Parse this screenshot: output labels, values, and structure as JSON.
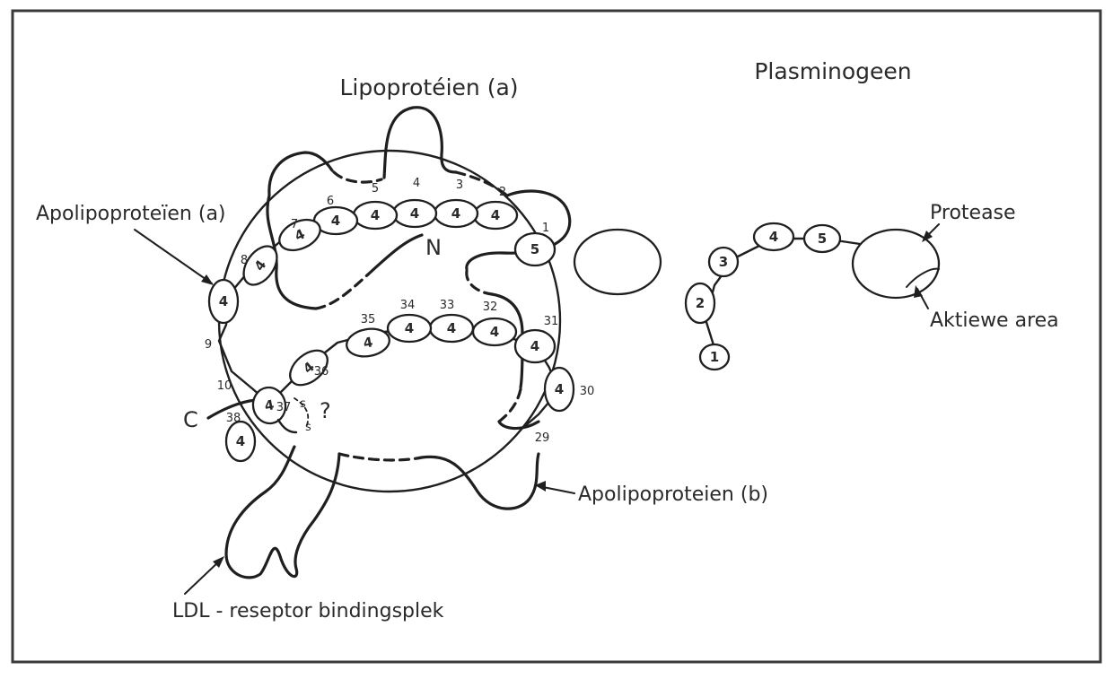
{
  "titles": {
    "left": "Lipoprotéien (a)",
    "right": "Plasminogeen"
  },
  "labels": {
    "apo_a": "Apolipoproteïen (a)",
    "apo_b": "Apolipoproteien (b)",
    "ldl": "LDL - reseptor bindingsplek",
    "protease": "Protease",
    "active_area": "Aktiewe area",
    "n_terminus": "N",
    "c_terminus": "C",
    "question": "?"
  },
  "lpa_kringles": [
    {
      "num": "1",
      "type": "5"
    },
    {
      "num": "2",
      "type": "4"
    },
    {
      "num": "3",
      "type": "4"
    },
    {
      "num": "4",
      "type": "4"
    },
    {
      "num": "5",
      "type": "4"
    },
    {
      "num": "6",
      "type": "4"
    },
    {
      "num": "7",
      "type": "4"
    },
    {
      "num": "8",
      "type": "4"
    },
    {
      "num": "9",
      "type": "4"
    },
    {
      "num": "10",
      "type": ""
    },
    {
      "num": "29",
      "type": ""
    },
    {
      "num": "30",
      "type": "4"
    },
    {
      "num": "31",
      "type": "4"
    },
    {
      "num": "32",
      "type": "4"
    },
    {
      "num": "33",
      "type": "4"
    },
    {
      "num": "34",
      "type": "4"
    },
    {
      "num": "35",
      "type": "4"
    },
    {
      "num": "36",
      "type": "4"
    },
    {
      "num": "37",
      "type": "4"
    },
    {
      "num": "38",
      "type": "4"
    }
  ],
  "disulfide_labels": [
    "s",
    "s"
  ],
  "plasminogen_kringles": [
    "1",
    "2",
    "3",
    "4",
    "5"
  ]
}
